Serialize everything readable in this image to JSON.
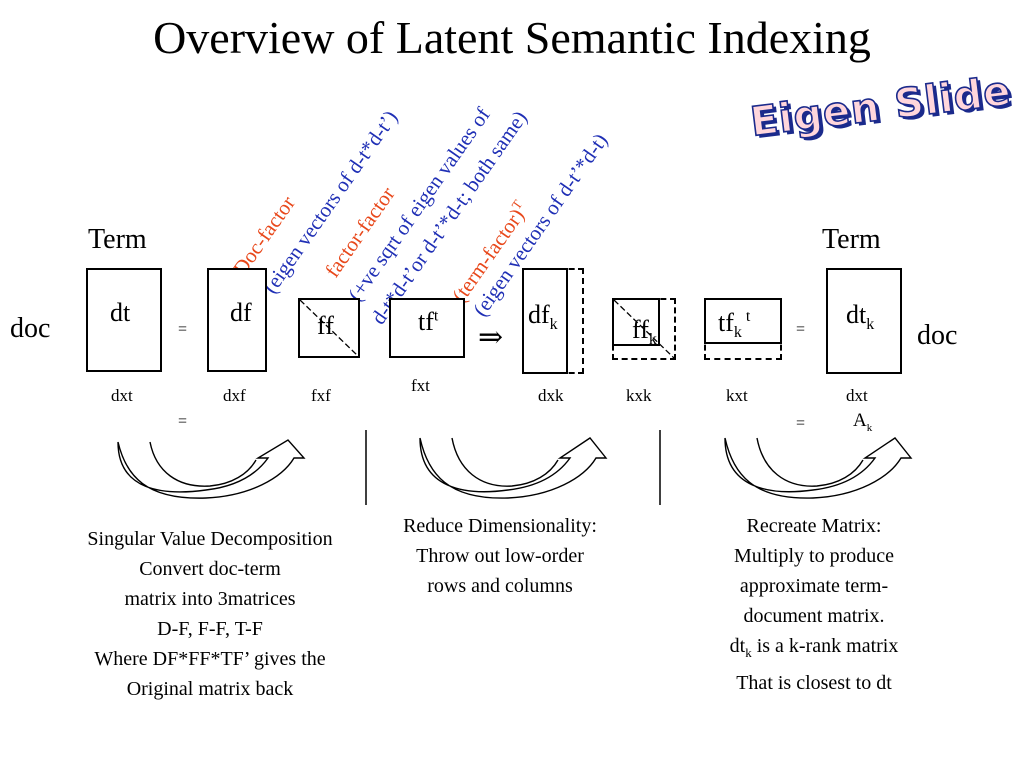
{
  "slide": {
    "title": "Overview of Latent Semantic Indexing",
    "badge": "Eigen Slide"
  },
  "axes": {
    "term_left": "Term",
    "term_right": "Term",
    "doc_left": "doc",
    "doc_right": "doc"
  },
  "annotations": {
    "doc_factor": "Doc-factor",
    "doc_factor_note": "(eigen vectors of d-t*d-t’)",
    "factor_factor": "factor-factor",
    "factor_factor_note1": "(+ve sqrt of eigen values of",
    "factor_factor_note2": "d-t*d-t’or d-t’*d-t; both same)",
    "term_factor": "(term-factor)",
    "term_factor_sup": "T",
    "term_factor_note": "(eigen vectors of d-t’*d-t)"
  },
  "matrices": {
    "dt": "dt",
    "df": "df",
    "ff": "ff",
    "tf": "tf",
    "tf_sup": "t",
    "dfk": "df",
    "dfk_sub": "k",
    "ffk": "ff",
    "ffk_sub": "k",
    "tfk": "tf",
    "tfk_sub": "k",
    "tfk_sup": "t",
    "dtk": "dt",
    "dtk_sub": "k"
  },
  "dimensions": {
    "dxt": "dxt",
    "dxf": "dxf",
    "fxf": "fxf",
    "fxt": "fxt",
    "dxk": "dxk",
    "kxk": "kxk",
    "kxt": "kxt",
    "dxt2": "dxt"
  },
  "symbols": {
    "eq1": "=",
    "eq2": "=",
    "eq3": "=",
    "eq4": "=",
    "implies": "⇒",
    "ak": "A",
    "ak_sub": "k"
  },
  "captions": {
    "svd": [
      "Singular Value Decomposition",
      "Convert doc-term",
      "matrix into 3matrices",
      "D-F, F-F, T-F",
      "Where DF*FF*TF’ gives the",
      "Original matrix back"
    ],
    "reduce": [
      "Reduce Dimensionality:",
      "Throw out low-order",
      "rows and columns"
    ],
    "recreate": [
      "Recreate Matrix:",
      "Multiply to produce",
      "approximate term-",
      "document matrix."
    ],
    "dtk_line": {
      "base": "dt",
      "sub": "k",
      "rest": " is a k-rank matrix"
    },
    "closest": "That is closest to dt"
  }
}
